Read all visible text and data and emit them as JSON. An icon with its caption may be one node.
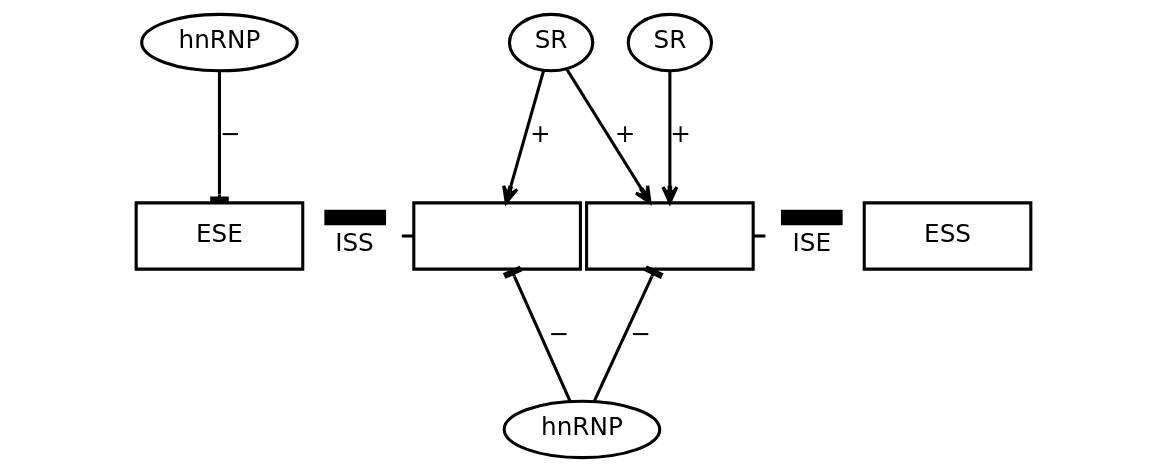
{
  "diagram": {
    "nodes": [
      {
        "text": [
          "hnRNP"
        ]
      },
      {
        "text": [
          "ISS"
        ]
      },
      {
        "text": [],
        "shape": "box"
      },
      {
        "text": [
          "ESE"
        ]
      },
      {
        "text": [
          "ESS"
        ]
      },
      {
        "text": [],
        "shape": "box"
      },
      {
        "text": [
          "SR"
        ]
      },
      {
        "text": [
          "hnRNP"
        ]
      },
      {
        "text": [
          "SR"
        ]
      },
      {
        "text": [
          "ISE"
        ]
      }
    ],
    "edges": [
      {
        "from": 6,
        "to": 2,
        "arrow": "to",
        "label": "+"
      },
      {
        "from": 6,
        "to": 5,
        "arrow": "to",
        "label": "+"
      },
      {
        "from": 8,
        "to": 5,
        "arrow": "to",
        "label": "+"
      },
      {
        "from": 1,
        "to": 2,
        "arrow": "none"
      },
      {
        "from": 5,
        "to": 9,
        "arrow": "none"
      },
      {
        "from": 0,
        "to": 3,
        "arrow": "other",
        "label": "−"
      },
      {
        "from": 7,
        "to": 2,
        "arrow": "other",
        "label": "−"
      },
      {
        "from": 7,
        "to": 5,
        "arrow": "other",
        "label": "−"
      }
    ]
  }
}
